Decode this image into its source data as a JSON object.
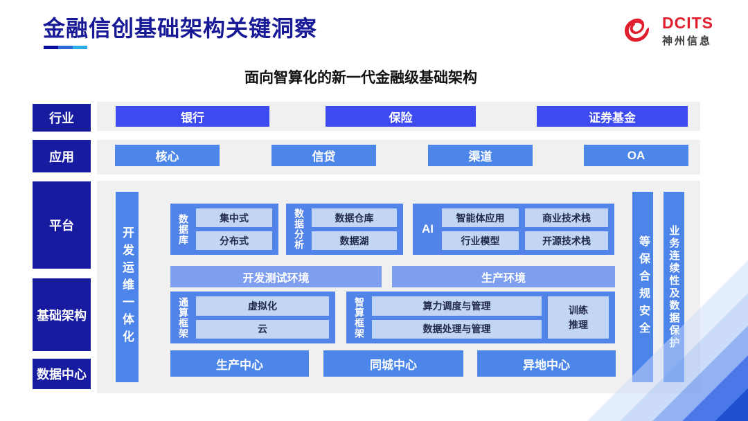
{
  "header": {
    "title": "金融信创基础架构关键洞察",
    "subtitle": "面向智算化的新一代金融级基础架构",
    "logo": {
      "brand": "DCITS",
      "company": "神州信息"
    }
  },
  "side_labels": {
    "industry": "行业",
    "application": "应用",
    "platform": "平台",
    "infrastructure": "基础架构",
    "datacenter": "数据中心"
  },
  "industry_row": {
    "items": [
      "银行",
      "保险",
      "证券基金"
    ]
  },
  "application_row": {
    "items": [
      "核心",
      "信贷",
      "渠道",
      "OA"
    ]
  },
  "platform": {
    "devops_bar": "开发运维一体化",
    "database": {
      "label": "数据库",
      "items": [
        "集中式",
        "分布式"
      ]
    },
    "analytics": {
      "label": "数据分析",
      "items": [
        "数据仓库",
        "数据湖"
      ]
    },
    "ai": {
      "label": "AI",
      "items": [
        "智能体应用",
        "商业技术栈",
        "行业模型",
        "开源技术栈"
      ]
    },
    "environments": [
      "开发测试环境",
      "生产环境"
    ]
  },
  "infrastructure": {
    "general_compute": {
      "label": "通算框架",
      "items": [
        "虚拟化",
        "云"
      ]
    },
    "intelligent_compute": {
      "label": "智算框架",
      "items": [
        "算力调度与管理",
        "数据处理与管理"
      ],
      "side_item": "训练推理"
    }
  },
  "datacenter_row": {
    "items": [
      "生产中心",
      "同城中心",
      "异地中心"
    ]
  },
  "right_bars": {
    "security": "等保合规安全",
    "continuity": "业务连续性及数据保护"
  },
  "colors": {
    "title_navy": "#171996",
    "rail_navy": "#161ba0",
    "industry_blue": "#3d4af0",
    "primary_blue": "#4c86e8",
    "group_blue": "#5283e8",
    "env_periwinkle": "#7e9ff0",
    "light_item": "#c3d5f4",
    "track_gray": "#f0f0f1",
    "brand_red": "#e01f2e"
  }
}
